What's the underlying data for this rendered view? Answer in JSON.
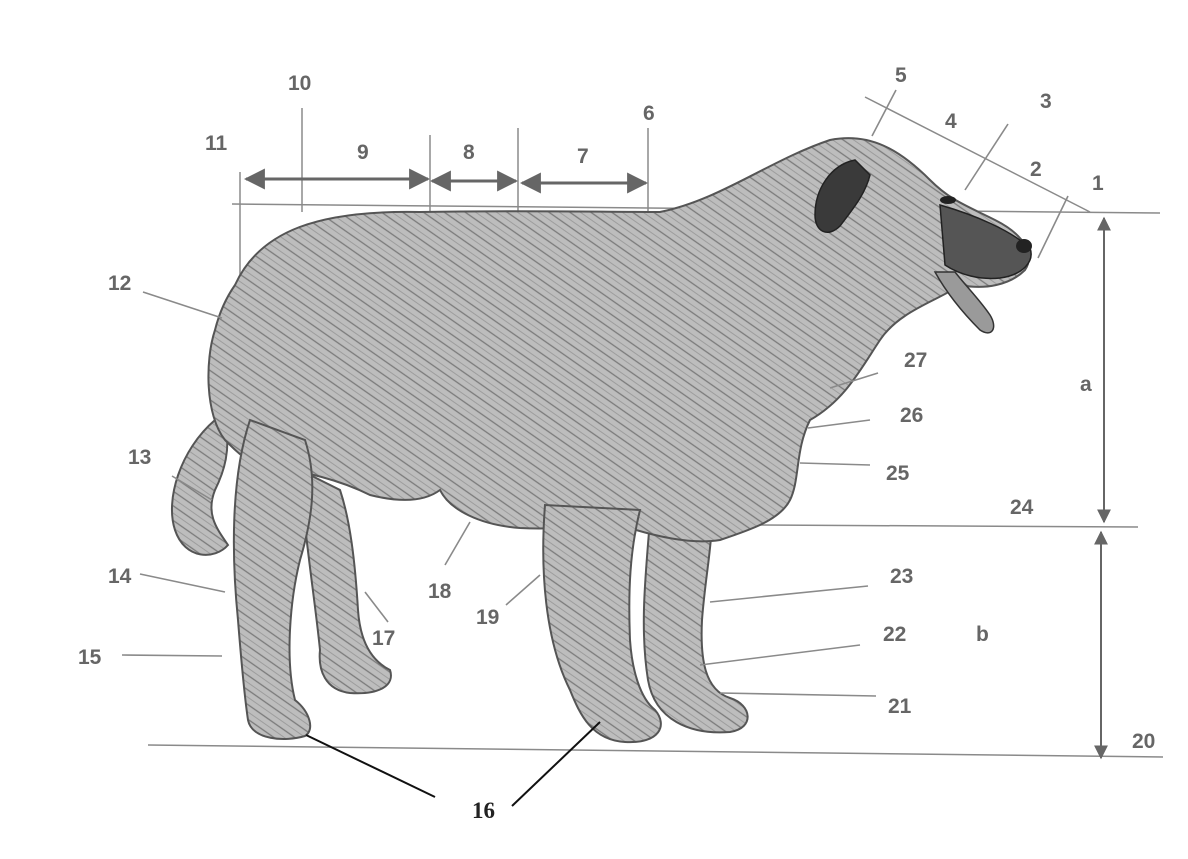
{
  "diagram": {
    "labels": {
      "l1": "1",
      "l2": "2",
      "l3": "3",
      "l4": "4",
      "l5": "5",
      "l6": "6",
      "l7": "7",
      "l8": "8",
      "l9": "9",
      "l10": "10",
      "l11": "11",
      "l12": "12",
      "l13": "13",
      "l14": "14",
      "l15": "15",
      "l16": "16",
      "l17": "17",
      "l18": "18",
      "l19": "19",
      "l20": "20",
      "l21": "21",
      "l22": "22",
      "l23": "23",
      "l24": "24",
      "l25": "25",
      "l26": "26",
      "l27": "27",
      "la": "a",
      "lb": "b"
    },
    "colors": {
      "line": "#8a8a8a",
      "arrow": "#666666",
      "leader_dark": "#111111",
      "dog_fill": "#b8b8b8",
      "dog_stroke": "#555555",
      "dog_dark": "#3a3a3a"
    }
  }
}
